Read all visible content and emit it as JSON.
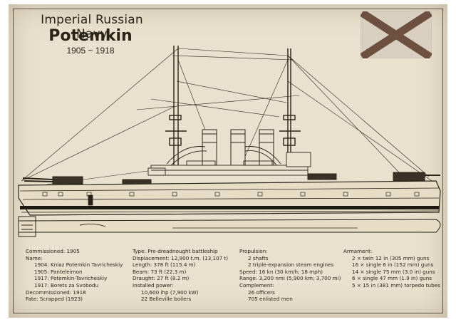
{
  "title": {
    "navy": "Imperial Russian Navy",
    "ship": "Potemkin",
    "years": "1905 ~ 1918"
  },
  "flag": {
    "name": "st-andrew-flag",
    "colors": {
      "field": "#d8cfc0",
      "saltire": "#6e5040"
    }
  },
  "colors": {
    "paper": "#e9e1cd",
    "ink": "#2a2418"
  },
  "specs": {
    "history": [
      {
        "text": "Commissioned: 1905",
        "indent": false
      },
      {
        "text": "Name:",
        "indent": false
      },
      {
        "text": "1904: Kniaz Potemkin Tavricheskiy",
        "indent": true
      },
      {
        "text": "1905: Panteleimon",
        "indent": true
      },
      {
        "text": "1917: Potemkin-Tavricheskiy",
        "indent": true
      },
      {
        "text": "1917: Borets za Svobodu",
        "indent": true
      },
      {
        "text": "Decommissioned: 1918",
        "indent": false
      },
      {
        "text": "Fate: Scrapped (1923)",
        "indent": false
      }
    ],
    "dimensions": [
      {
        "text": "Type: Pre-dreadnought battleship",
        "indent": false
      },
      {
        "text": "Displacement: 12,900 t.m. (13,107 t)",
        "indent": false
      },
      {
        "text": "Length: 378 ft (115.4 m)",
        "indent": false
      },
      {
        "text": "Beam: 73 ft (22.3 m)",
        "indent": false
      },
      {
        "text": "Draught: 27 ft (8.2 m)",
        "indent": false
      },
      {
        "text": "Installed power:",
        "indent": false
      },
      {
        "text": "10,600 ihp (7,900 kW)",
        "indent": true
      },
      {
        "text": "22 Belleville boilers",
        "indent": true
      }
    ],
    "propulsion": [
      {
        "text": "Propulsion:",
        "indent": false
      },
      {
        "text": "2 shafts",
        "indent": true
      },
      {
        "text": "2 triple-expansion steam engines",
        "indent": true
      },
      {
        "text": "Speed: 16 kn (30 km/h; 18 mph)",
        "indent": false
      },
      {
        "text": "Range: 3,200 nmi (5,900 km; 3,700 mi)",
        "indent": false
      },
      {
        "text": "Complement:",
        "indent": false
      },
      {
        "text": "26 officers",
        "indent": true
      },
      {
        "text": "705 enlisted men",
        "indent": true
      }
    ],
    "armament": [
      {
        "text": "Armament:",
        "indent": false
      },
      {
        "text": "2 × twin 12 in (305 mm) guns",
        "indent": true
      },
      {
        "text": "16 × single 6 in (152 mm) guns",
        "indent": true
      },
      {
        "text": "14 × single 75 mm (3.0 in) guns",
        "indent": true
      },
      {
        "text": "6 × single 47 mm (1.9 in) guns",
        "indent": true
      },
      {
        "text": "5 × 15 in (381 mm) torpedo tubes",
        "indent": true
      }
    ]
  }
}
